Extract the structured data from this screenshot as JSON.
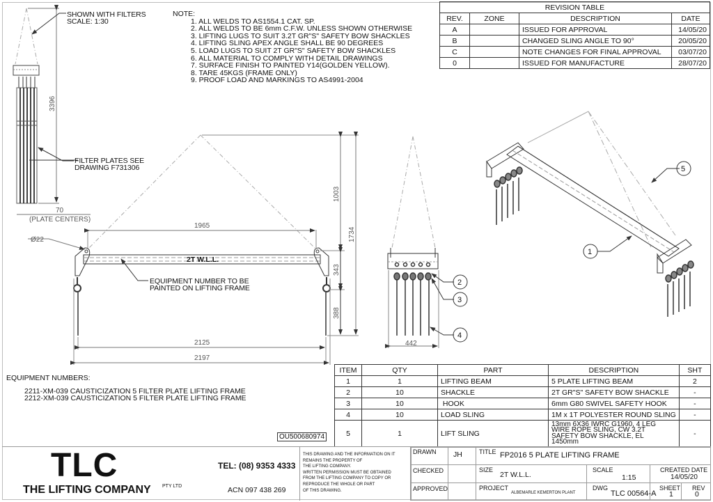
{
  "notes": {
    "heading": "NOTE:",
    "items": [
      "1. ALL WELDS TO AS1554.1 CAT. SP.",
      "2. ALL WELDS TO BE 6mm C.F.W. UNLESS SHOWN OTHERWISE",
      "3. LIFTING LUGS TO SUIT 3.2T GR\"S\" SAFETY BOW SHACKLES",
      "4. LIFTING SLING APEX ANGLE SHALL BE 90 DEGREES",
      "5. LOAD LUGS TO SUIT 2T GR\"S\" SAFETY BOW SHACKLES",
      "6. ALL MATERIAL TO COMPLY WITH DETAIL DRAWINGS",
      "7. SURFACE FINISH TO PAINTED Y14(GOLDEN YELLOW).",
      "8. TARE 45KGS (FRAME ONLY)",
      "9. PROOF LOAD AND MARKINGS TO AS4991-2004"
    ]
  },
  "revision_table": {
    "title": "REVISION TABLE",
    "headers": [
      "REV.",
      "ZONE",
      "DESCRIPTION",
      "DATE"
    ],
    "rows": [
      {
        "rev": "A",
        "zone": "",
        "description": "ISSUED FOR APPROVAL",
        "date": "14/05/20"
      },
      {
        "rev": "B",
        "zone": "",
        "description": "CHANGED SLING ANGLE TO 90°",
        "date": "20/05/20"
      },
      {
        "rev": "C",
        "zone": "",
        "description": "NOTE CHANGES FOR FINAL APPROVAL",
        "date": "03/07/20"
      },
      {
        "rev": "0",
        "zone": "",
        "description": "ISSUED FOR MANUFACTURE",
        "date": "28/07/20"
      }
    ]
  },
  "side_view": {
    "callout_top": "SHOWN WITH FILTERS\nSCALE: 1:30",
    "callout_plates": "FILTER PLATES SEE\nDRAWING F731306",
    "dim_height": "3396",
    "dim_spacing": "70",
    "dim_spacing_note": "(PLATE CENTERS)"
  },
  "front_view": {
    "dim_hole": "Ø22",
    "beam_label": "2T W.L.L.",
    "callout_equipment": "EQUIPMENT NUMBER TO BE\nPAINTED ON LIFTING FRAME",
    "dim_lug_centers": "1965",
    "dim_inner": "2125",
    "dim_overall": "2197",
    "dim_apex": "1003",
    "dim_total_height": "1734",
    "dim_lug_to_hook": "343",
    "dim_hook_to_bottom": "388"
  },
  "end_view": {
    "dim_width": "442",
    "balloons": [
      "2",
      "3",
      "4"
    ]
  },
  "iso_view": {
    "balloons": [
      "1",
      "5"
    ]
  },
  "equipment_numbers": {
    "heading": "EQUIPMENT NUMBERS:",
    "items": [
      "2211-XM-039 CAUSTICIZATION 5 FILTER PLATE LIFTING FRAME",
      "2212-XM-039 CAUSTICIZATION 5 FILTER PLATE LIFTING FRAME"
    ],
    "ref_code": "OU500680974"
  },
  "bom": {
    "headers": [
      "ITEM",
      "QTY",
      "PART",
      "DESCRIPTION",
      "SHT"
    ],
    "rows": [
      {
        "item": "1",
        "qty": "1",
        "part": "LIFTING BEAM",
        "description": "5 PLATE LIFTING BEAM",
        "sht": "2"
      },
      {
        "item": "2",
        "qty": "10",
        "part": "SHACKLE",
        "description": "2T GR\"S\" SAFETY BOW SHACKLE",
        "sht": "-"
      },
      {
        "item": "3",
        "qty": "10",
        "part": " HOOK",
        "description": "6mm G80 SWIVEL SAFETY HOOK",
        "sht": "-"
      },
      {
        "item": "4",
        "qty": "10",
        "part": "LOAD SLING",
        "description": "1M x 1T POLYESTER ROUND SLING",
        "sht": "-"
      },
      {
        "item": "5",
        "qty": "1",
        "part": "LIFT SLING",
        "description": "13mm 6X36 IWRC G1960, 4 LEG\nWIRE ROPE SLING, CW 3.2T\nSAFETY BOW SHACKLE, EL\n1450mm",
        "sht": "-"
      }
    ]
  },
  "title_block": {
    "logo": "TLC",
    "company": "THE LIFTING COMPANY",
    "company_suffix": "PTY LTD",
    "tel": "TEL: (08) 9353 4333",
    "acn": "ACN 097 438 269",
    "disclaimer": "THIS DRAWING AND THE INFORMATION ON IT\nREMAINS THE PROPERTY OF\nTHE LIFTING COMPANY.\nWRITTEN PERMISSION MUST BE OBTAINED\nFROM THE LIFTING COMPANY TO COPY OR\nREPRODUCE THE WHOLE OR PART\nOF THIS DRAWING.",
    "drawn_label": "DRAWN",
    "drawn_value": "JH",
    "checked_label": "CHECKED",
    "checked_value": "",
    "approved_label": "APPROVED",
    "approved_value": "",
    "title_label": "TITLE",
    "title_value": "FP2016 5 PLATE LIFTING FRAME",
    "size_label": "SIZE",
    "size_value": "2T W.L.L.",
    "scale_label": "SCALE",
    "scale_value": "1:15",
    "created_label": "CREATED DATE",
    "created_value": "14/05/20",
    "project_label": "PROJECT",
    "project_value": "ALBEMARLE KEMERTON PLANT",
    "dwg_label": "DWG",
    "dwg_value": "TLC 00564-A",
    "sheet_label": "SHEET",
    "sheet_value": "1",
    "rev_label": "REV",
    "rev_value": "0"
  }
}
